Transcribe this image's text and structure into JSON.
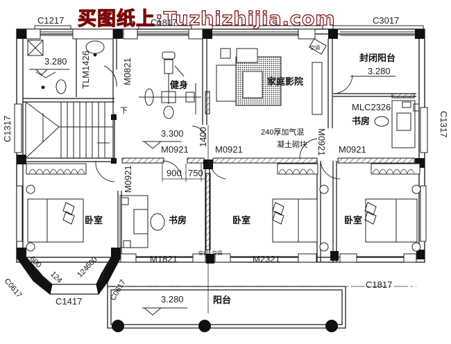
{
  "watermark": "买图纸上:Tuzhizhijia.com",
  "rooms": [
    {
      "id": "fitness",
      "label": "健身",
      "elevation": "3.300"
    },
    {
      "id": "home-theater",
      "label": "家庭影院"
    },
    {
      "id": "enclosed-balcony",
      "label": "封闭阳台",
      "elevation": "3.280"
    },
    {
      "id": "study-right",
      "label": "书房"
    },
    {
      "id": "study-left",
      "label": "书房"
    },
    {
      "id": "bedroom-left",
      "label": "卧室"
    },
    {
      "id": "bedroom-middle",
      "label": "卧室"
    },
    {
      "id": "bedroom-right",
      "label": "卧室"
    },
    {
      "id": "balcony",
      "label": "阳台",
      "elevation": "3.280"
    },
    {
      "id": "bathroom",
      "elevation": "3.280"
    }
  ],
  "windows": {
    "top_left": "C1217",
    "top_middle": "C1817",
    "top_right": "C3017",
    "left_side": "C1317",
    "right_side": "C1317",
    "bay_bottom": "C1417",
    "bay_left": "C0617",
    "bay_right": "C0617",
    "bottom_right": "C1817"
  },
  "doors": {
    "bathroom_sliding": "TLM1426",
    "fitness": "M0821",
    "fitness_bottom": "M0921",
    "theater_bottom": "M0921",
    "theater_side": "M0921",
    "study_right_bottom": "M0921",
    "study_left": "M0921",
    "balcony_left": "M1821",
    "balcony_middle": "M2321",
    "study_right_slide": "MLC2326"
  },
  "dimensions": {
    "d1400": "1400",
    "d900": "900",
    "d750": "750",
    "bay_left": "600",
    "bay_left_offset": "124",
    "bay_right": "600",
    "bay_right_offset": "124"
  },
  "notes": {
    "wall_note_line1": "240厚加气混",
    "wall_note_line2": "凝土砌块",
    "stair_down": "下",
    "ac_label": "空调"
  }
}
